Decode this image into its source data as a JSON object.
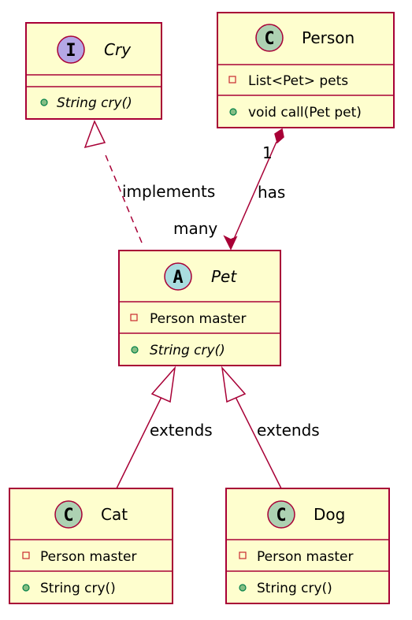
{
  "colors": {
    "box_fill": "#FEFECE",
    "border": "#A80036",
    "interface_badge": "#B4A7E5",
    "class_badge": "#ADD1B2",
    "abstract_badge": "#A9DCDF",
    "private_marker": "#C82930",
    "public_marker": "#84BE84"
  },
  "classes": {
    "cry": {
      "kind": "interface",
      "badge_letter": "I",
      "name": "Cry",
      "attributes": [],
      "methods": [
        {
          "visibility": "public",
          "text": "String cry()",
          "abstract": true
        }
      ]
    },
    "person": {
      "kind": "class",
      "badge_letter": "C",
      "name": "Person",
      "attributes": [
        {
          "visibility": "private",
          "text": "List<Pet> pets"
        }
      ],
      "methods": [
        {
          "visibility": "public",
          "text": "void call(Pet pet)",
          "abstract": false
        }
      ]
    },
    "pet": {
      "kind": "abstract",
      "badge_letter": "A",
      "name": "Pet",
      "attributes": [
        {
          "visibility": "private",
          "text": "Person master"
        }
      ],
      "methods": [
        {
          "visibility": "public",
          "text": "String cry()",
          "abstract": true
        }
      ]
    },
    "cat": {
      "kind": "class",
      "badge_letter": "C",
      "name": "Cat",
      "attributes": [
        {
          "visibility": "private",
          "text": "Person master"
        }
      ],
      "methods": [
        {
          "visibility": "public",
          "text": "String cry()",
          "abstract": false
        }
      ]
    },
    "dog": {
      "kind": "class",
      "badge_letter": "C",
      "name": "Dog",
      "attributes": [
        {
          "visibility": "private",
          "text": "Person master"
        }
      ],
      "methods": [
        {
          "visibility": "public",
          "text": "String cry()",
          "abstract": false
        }
      ]
    }
  },
  "relations": {
    "implements": {
      "from": "Pet",
      "to": "Cry",
      "type": "realization",
      "label": "implements"
    },
    "has": {
      "from": "Person",
      "to": "Pet",
      "type": "composition",
      "label": "has",
      "source_multiplicity": "1",
      "target_multiplicity": "many"
    },
    "cat_extends": {
      "from": "Cat",
      "to": "Pet",
      "type": "generalization",
      "label": "extends"
    },
    "dog_extends": {
      "from": "Dog",
      "to": "Pet",
      "type": "generalization",
      "label": "extends"
    }
  }
}
